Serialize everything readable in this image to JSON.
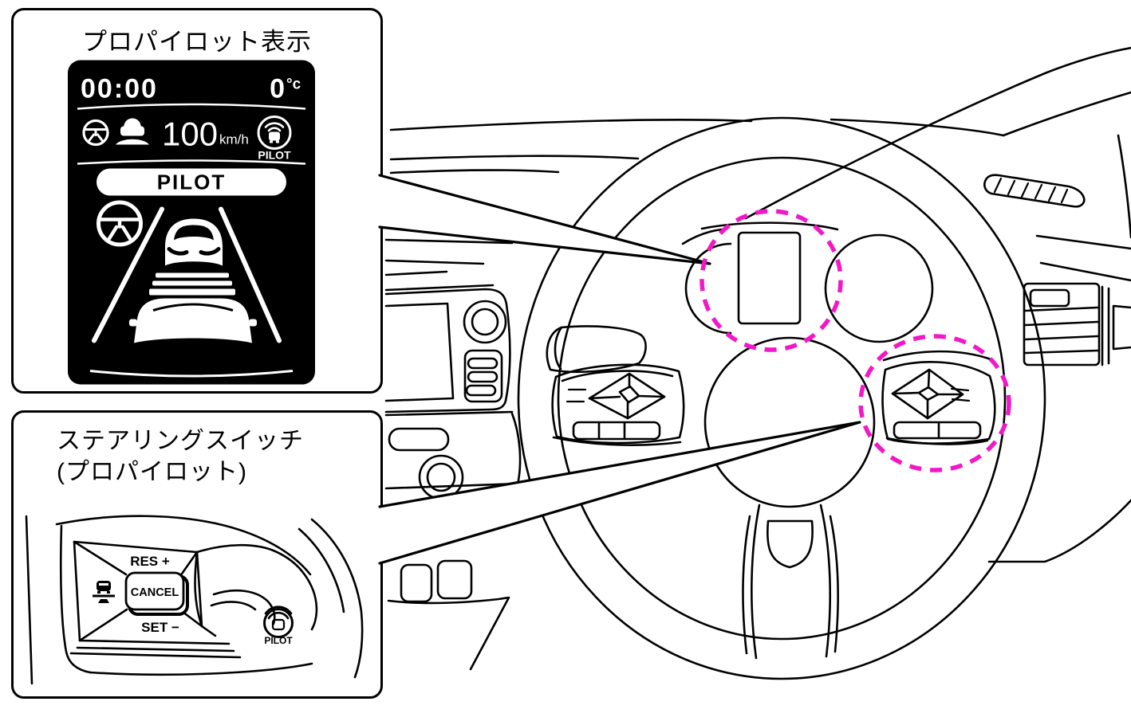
{
  "figure": {
    "background": "#ffffff",
    "line_color": "#000000",
    "highlight_color": "#f218c8",
    "description_icons": {
      "display": [
        "steering-assist-icon",
        "lead-vehicle-detect-icon",
        "propilot-status-icon",
        "lane-steering-icon",
        "detected-car-graphic",
        "own-car-graphic"
      ],
      "switch": [
        "following-distance-icon",
        "propilot-button-icon"
      ],
      "dashboard": [
        "highlight-circle-display",
        "highlight-circle-switch"
      ]
    }
  },
  "display_callout": {
    "title": "プロパイロット表示",
    "display": {
      "clock": "00:00",
      "temp_value": "0",
      "temp_unit": "°c",
      "speed_value": "100",
      "speed_unit": "km/h",
      "pilot_icon_caption": "PILOT",
      "banner": "PILOT"
    }
  },
  "switch_callout": {
    "title_line1": "ステアリングスイッチ",
    "title_line2": "(プロパイロット)",
    "labels": {
      "res": "RES +",
      "cancel": "CANCEL",
      "set": "SET −",
      "pilot": "PILOT"
    }
  }
}
